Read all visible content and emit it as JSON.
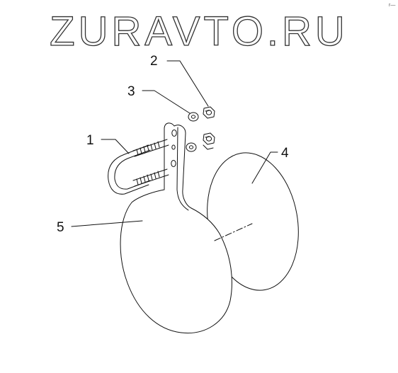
{
  "watermark": {
    "text": "ZURAVTO.RU",
    "corner_mark": "r—"
  },
  "callouts": [
    {
      "label": "1"
    },
    {
      "label": "2"
    },
    {
      "label": "3"
    },
    {
      "label": "4"
    },
    {
      "label": "5"
    }
  ]
}
